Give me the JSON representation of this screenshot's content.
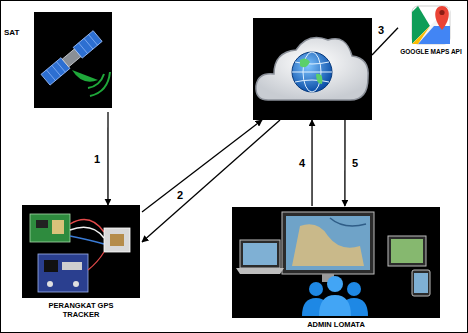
{
  "diagram": {
    "nodes": [
      {
        "text": [
          "SAT"
        ]
      },
      {
        "text": []
      },
      {
        "text": [
          "GOOGLE MAPS API"
        ]
      },
      {
        "text": [
          "PERANGKAT GPS TRACKER"
        ]
      },
      {
        "text": [
          "ADMIN LOMATA"
        ]
      }
    ],
    "edges": [
      {
        "from": 0,
        "to": 3,
        "arrow": "to",
        "label": "1"
      },
      {
        "from": 3,
        "to": 1,
        "arrow": "to"
      },
      {
        "from": 1,
        "to": 3,
        "arrow": "to",
        "label": "2"
      },
      {
        "from": 1,
        "to": 2,
        "arrow": "none",
        "label": "3"
      },
      {
        "from": 4,
        "to": 1,
        "arrow": "to",
        "label": "4"
      },
      {
        "from": 1,
        "to": 4,
        "arrow": "to",
        "label": "5"
      }
    ]
  }
}
